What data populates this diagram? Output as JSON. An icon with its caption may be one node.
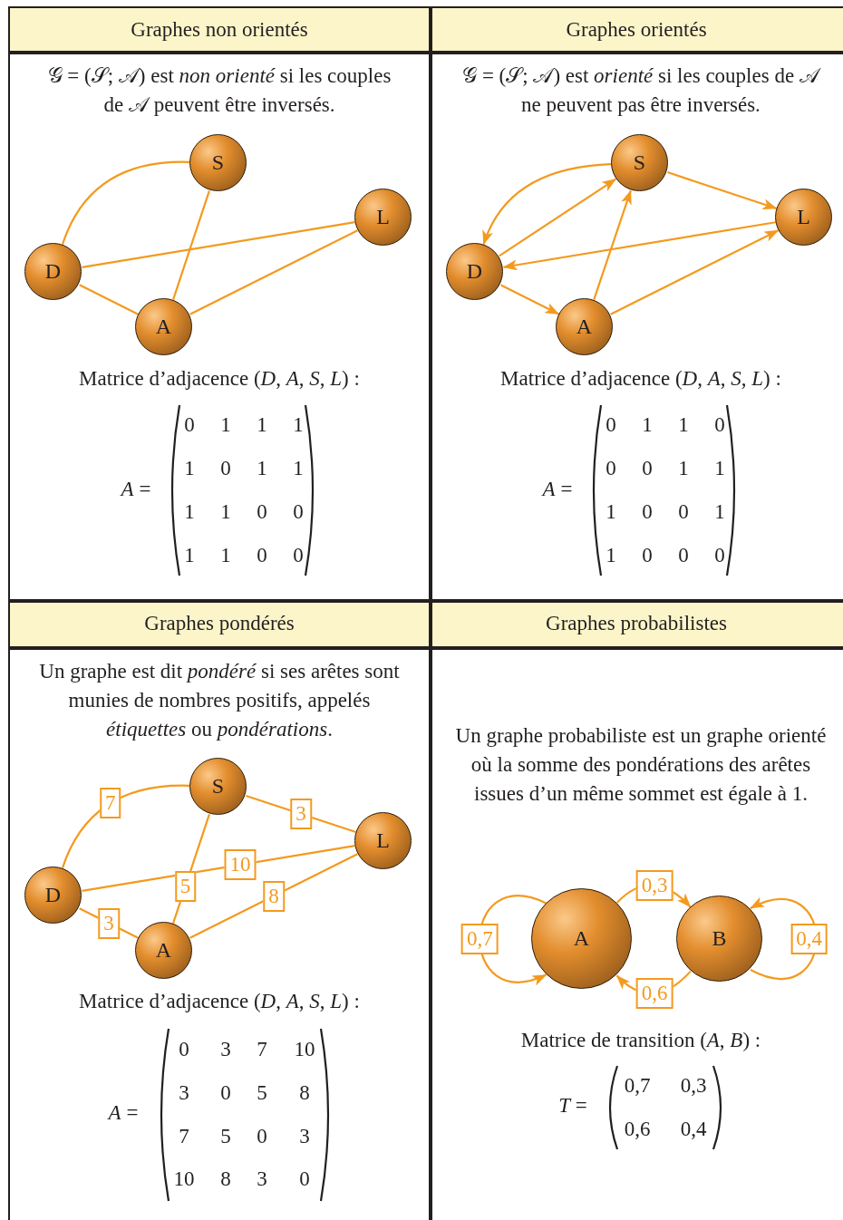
{
  "diagram": {
    "nodes": [
      {
        "text": [
          "S"
        ]
      },
      {
        "text": [
          "L"
        ]
      },
      {
        "text": [
          "D"
        ]
      },
      {
        "text": [
          "A"
        ]
      },
      {
        "text": [
          "S"
        ]
      },
      {
        "text": [
          "L"
        ]
      },
      {
        "text": [
          "D"
        ]
      },
      {
        "text": [
          "A"
        ]
      },
      {
        "text": [
          "S"
        ]
      },
      {
        "text": [
          "L"
        ]
      },
      {
        "text": [
          "D"
        ]
      },
      {
        "text": [
          "A"
        ]
      },
      {
        "text": [
          "A"
        ]
      },
      {
        "text": [
          "B"
        ]
      }
    ],
    "edges": [
      {
        "from": 2,
        "to": 0,
        "arrow": "none"
      },
      {
        "from": 0,
        "to": 3,
        "arrow": "none"
      },
      {
        "from": 2,
        "to": 1,
        "arrow": "none"
      },
      {
        "from": 2,
        "to": 3,
        "arrow": "none"
      },
      {
        "from": 3,
        "to": 1,
        "arrow": "none"
      },
      {
        "from": 4,
        "to": 6,
        "arrow": "to"
      },
      {
        "from": 6,
        "to": 4,
        "arrow": "to"
      },
      {
        "from": 6,
        "to": 7,
        "arrow": "to"
      },
      {
        "from": 7,
        "to": 4,
        "arrow": "to"
      },
      {
        "from": 4,
        "to": 5,
        "arrow": "to"
      },
      {
        "from": 5,
        "to": 6,
        "arrow": "to"
      },
      {
        "from": 7,
        "to": 5,
        "arrow": "to"
      },
      {
        "from": 10,
        "to": 8,
        "arrow": "none",
        "label": "7"
      },
      {
        "from": 8,
        "to": 9,
        "arrow": "none",
        "label": "3"
      },
      {
        "from": 10,
        "to": 9,
        "arrow": "none",
        "label": "10"
      },
      {
        "from": 8,
        "to": 11,
        "arrow": "none",
        "label": "5"
      },
      {
        "from": 10,
        "to": 11,
        "arrow": "none",
        "label": "3"
      },
      {
        "from": 11,
        "to": 9,
        "arrow": "none",
        "label": "8"
      },
      {
        "from": 12,
        "to": 12,
        "arrow": "to",
        "label": "0,7"
      },
      {
        "from": 12,
        "to": 13,
        "arrow": "to",
        "label": "0,3"
      },
      {
        "from": 13,
        "to": 12,
        "arrow": "to",
        "label": "0,6"
      },
      {
        "from": 13,
        "to": 13,
        "arrow": "to",
        "label": "0,4"
      }
    ],
    "labels": [
      "Graphes non orientés",
      "Graphes orientés",
      "𝒢 = (𝒮; 𝒜) est *non orienté* si les couples de 𝒜 peuvent être inversés.",
      "𝒢 = (𝒮; 𝒜) est *orienté* si les couples de 𝒜 ne peuvent pas être inversés.",
      "Matrice d’adjacence (*D*, *A*, *S*, *L*) :",
      "*A* =",
      "0",
      "1",
      "1",
      "1",
      "1",
      "0",
      "1",
      "1",
      "1",
      "1",
      "0",
      "0",
      "1",
      "1",
      "0",
      "0",
      "Matrice d’adjacence (*D*, *A*, *S*, *L*) :",
      "*A* =",
      "0",
      "1",
      "1",
      "0",
      "0",
      "0",
      "1",
      "1",
      "1",
      "0",
      "0",
      "1",
      "1",
      "0",
      "0",
      "0",
      "Graphes pondérés",
      "Graphes probabilistes",
      "Un graphe est dit *pondéré* si ses arêtes sont munies de nombres positifs, appelés *étiquettes* ou *pondérations*.",
      "Un graphe probabiliste est un graphe orienté où la somme des pondérations des arêtes issues d’un même sommet est égale à 1.",
      "Matrice d’adjacence (*D*, *A*, *S*, *L*) :",
      "*A* =",
      "0",
      "3",
      "7",
      "10",
      "3",
      "0",
      "5",
      "8",
      "7",
      "5",
      "0",
      "3",
      "10",
      "8",
      "3",
      "0",
      "Matrice de transition (*A*, *B*) :",
      "*T* =",
      "0,7",
      "0,3",
      "0,6",
      "0,4"
    ]
  }
}
